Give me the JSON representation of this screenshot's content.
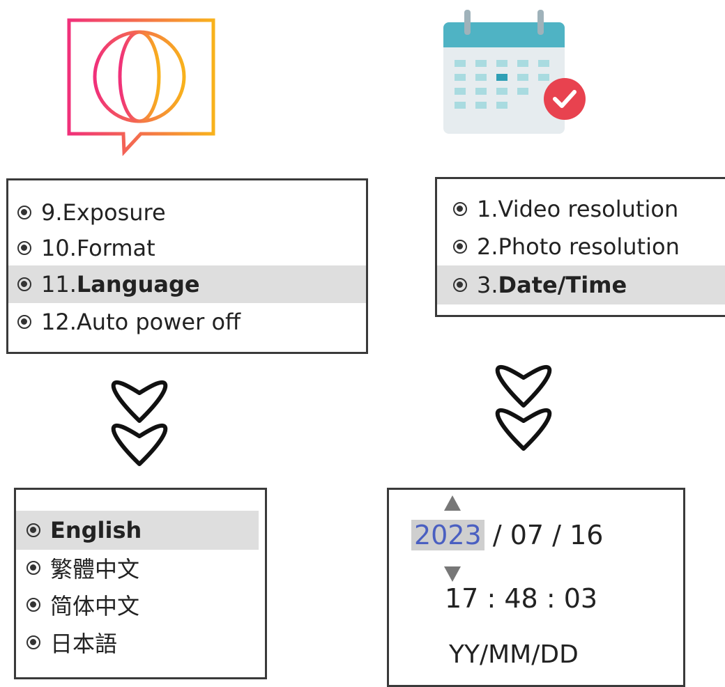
{
  "left_menu": {
    "items": [
      {
        "number": "9.",
        "label": "Exposure"
      },
      {
        "number": "10.",
        "label": "Format"
      },
      {
        "number": "11.",
        "label": "Language"
      },
      {
        "number": "12.",
        "label": "Auto power off"
      }
    ],
    "selected_index": 2
  },
  "right_menu": {
    "items": [
      {
        "number": "1.",
        "label": "Video resolution"
      },
      {
        "number": "2.",
        "label": "Photo resolution"
      },
      {
        "number": "3.",
        "label": "Date/Time"
      }
    ],
    "selected_index": 2
  },
  "language_menu": {
    "items": [
      "English",
      "繁體中文",
      "简体中文",
      "日本語"
    ],
    "selected_index": 0
  },
  "datetime": {
    "year": "2023",
    "month": "07",
    "day": "16",
    "date_separator": "/",
    "hour": "17",
    "minute": "48",
    "second": "03",
    "time_separator": ":",
    "format": "YY/MM/DD"
  },
  "icons": {
    "language": "globe-speech-bubble-icon",
    "datetime": "calendar-check-icon",
    "arrows": "double-chevron-down-icon",
    "year_up": "triangle-up-icon",
    "year_down": "triangle-down-icon"
  },
  "colors": {
    "selected_row": "#dedede",
    "year_text": "#4a5fc1",
    "year_highlight": "#cfcfcf",
    "border": "#3a3a3a",
    "calendar_header": "#4fb3c4",
    "calendar_check": "#e8424f",
    "globe_gradient_start": "#f0307a",
    "globe_gradient_end": "#f8b21c"
  }
}
